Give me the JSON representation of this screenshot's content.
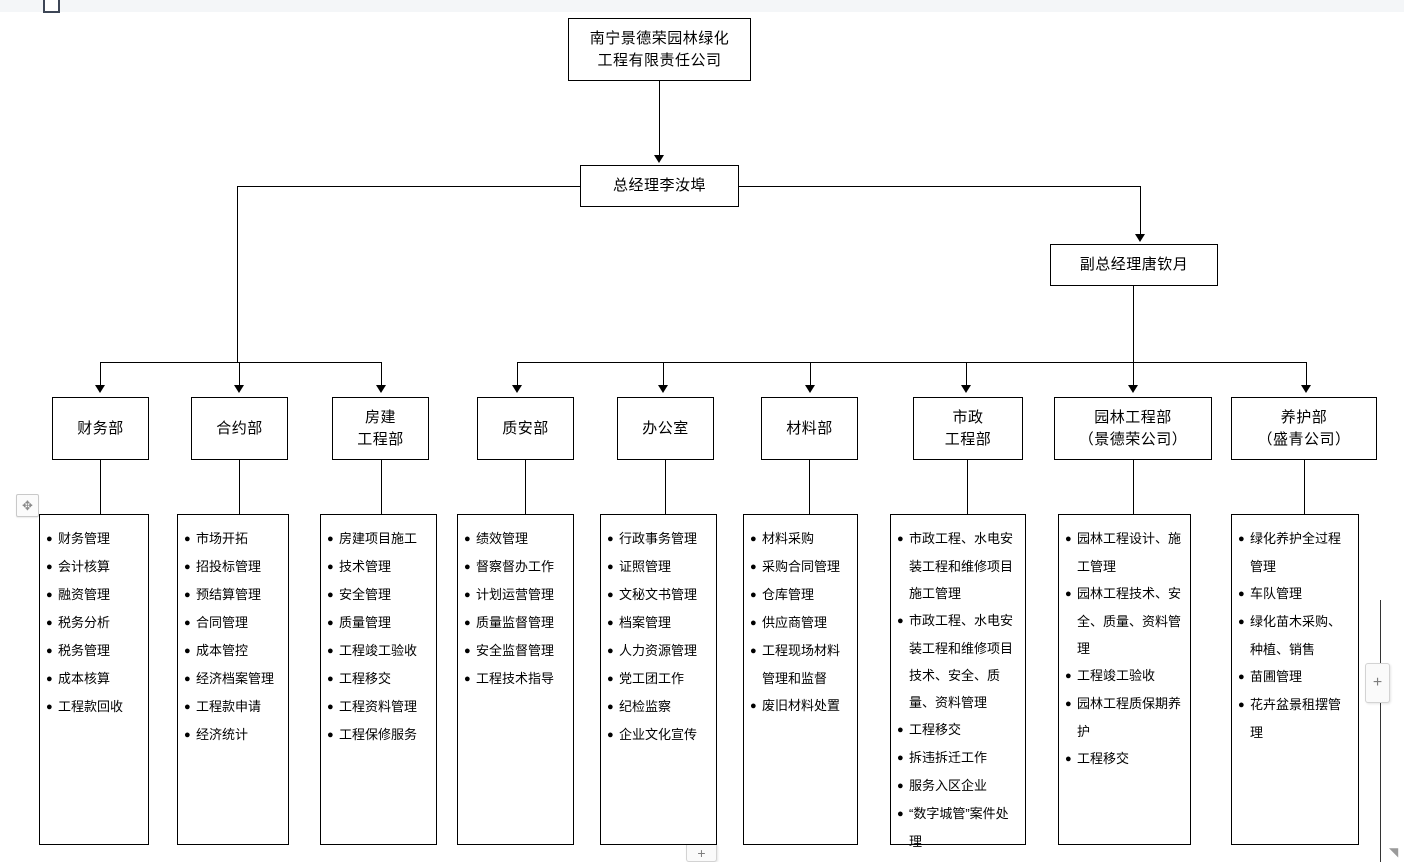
{
  "chrome": {
    "move_handle_icon": "move-four-arrows-icon",
    "move_handle_glyph": "✥",
    "add_right_label": "+",
    "add_bottom_label": "+",
    "corner_glyph": "◥"
  },
  "org": {
    "company": "南宁景德荣园林绿化工程有限责任公司",
    "company_lines": [
      "南宁景德荣园林绿化",
      "工程有限责任公司"
    ],
    "general_manager": "总经理李汝埠",
    "deputy_manager": "副总经理唐钦月",
    "departments": [
      {
        "name": "财务部",
        "title_lines": [
          "财务部"
        ],
        "duties": [
          "财务管理",
          "会计核算",
          "融资管理",
          "税务分析",
          "税务管理",
          "成本核算",
          "工程款回收"
        ]
      },
      {
        "name": "合约部",
        "title_lines": [
          "合约部"
        ],
        "duties": [
          "市场开拓",
          "招投标管理",
          "预结算管理",
          "合同管理",
          "成本管控",
          "经济档案管理",
          "工程款申请",
          "经济统计"
        ]
      },
      {
        "name": "房建工程部",
        "title_lines": [
          "房建",
          "工程部"
        ],
        "duties": [
          "房建项目施工",
          "技术管理",
          "安全管理",
          "质量管理",
          "工程竣工验收",
          "工程移交",
          "工程资料管理",
          "工程保修服务"
        ]
      },
      {
        "name": "质安部",
        "title_lines": [
          "质安部"
        ],
        "duties": [
          "绩效管理",
          "督察督办工作",
          "计划运营管理",
          "质量监督管理",
          "安全监督管理",
          "工程技术指导"
        ]
      },
      {
        "name": "办公室",
        "title_lines": [
          "办公室"
        ],
        "duties": [
          "行政事务管理",
          "证照管理",
          "文秘文书管理",
          "档案管理",
          "人力资源管理",
          "党工团工作",
          "纪检监察",
          "企业文化宣传"
        ]
      },
      {
        "name": "材料部",
        "title_lines": [
          "材料部"
        ],
        "duties": [
          "材料采购",
          "采购合同管理",
          "仓库管理",
          "供应商管理",
          "工程现场材料管理和监督",
          "废旧材料处置"
        ]
      },
      {
        "name": "市政工程部",
        "title_lines": [
          "市政",
          "工程部"
        ],
        "duties": [
          "市政工程、水电安装工程和维修项目施工管理",
          "市政工程、水电安装工程和维修项目技术、安全、质量、资料管理",
          "工程移交",
          "拆违拆迁工作",
          "服务入区企业",
          "“数字城管”案件处理"
        ]
      },
      {
        "name": "园林工程部（景德荣公司）",
        "title_lines": [
          "园林工程部",
          "（景德荣公司）"
        ],
        "duties": [
          "园林工程设计、施工管理",
          "园林工程技术、安全、质量、资料管理",
          "工程竣工验收",
          "园林工程质保期养护",
          "工程移交"
        ]
      },
      {
        "name": "养护部（盛青公司）",
        "title_lines": [
          "养护部",
          "（盛青公司）"
        ],
        "duties": [
          "绿化养护全过程管理",
          "车队管理",
          "绿化苗木采购、种植、销售",
          "苗圃管理",
          "花卉盆景租摆管理"
        ]
      }
    ]
  }
}
